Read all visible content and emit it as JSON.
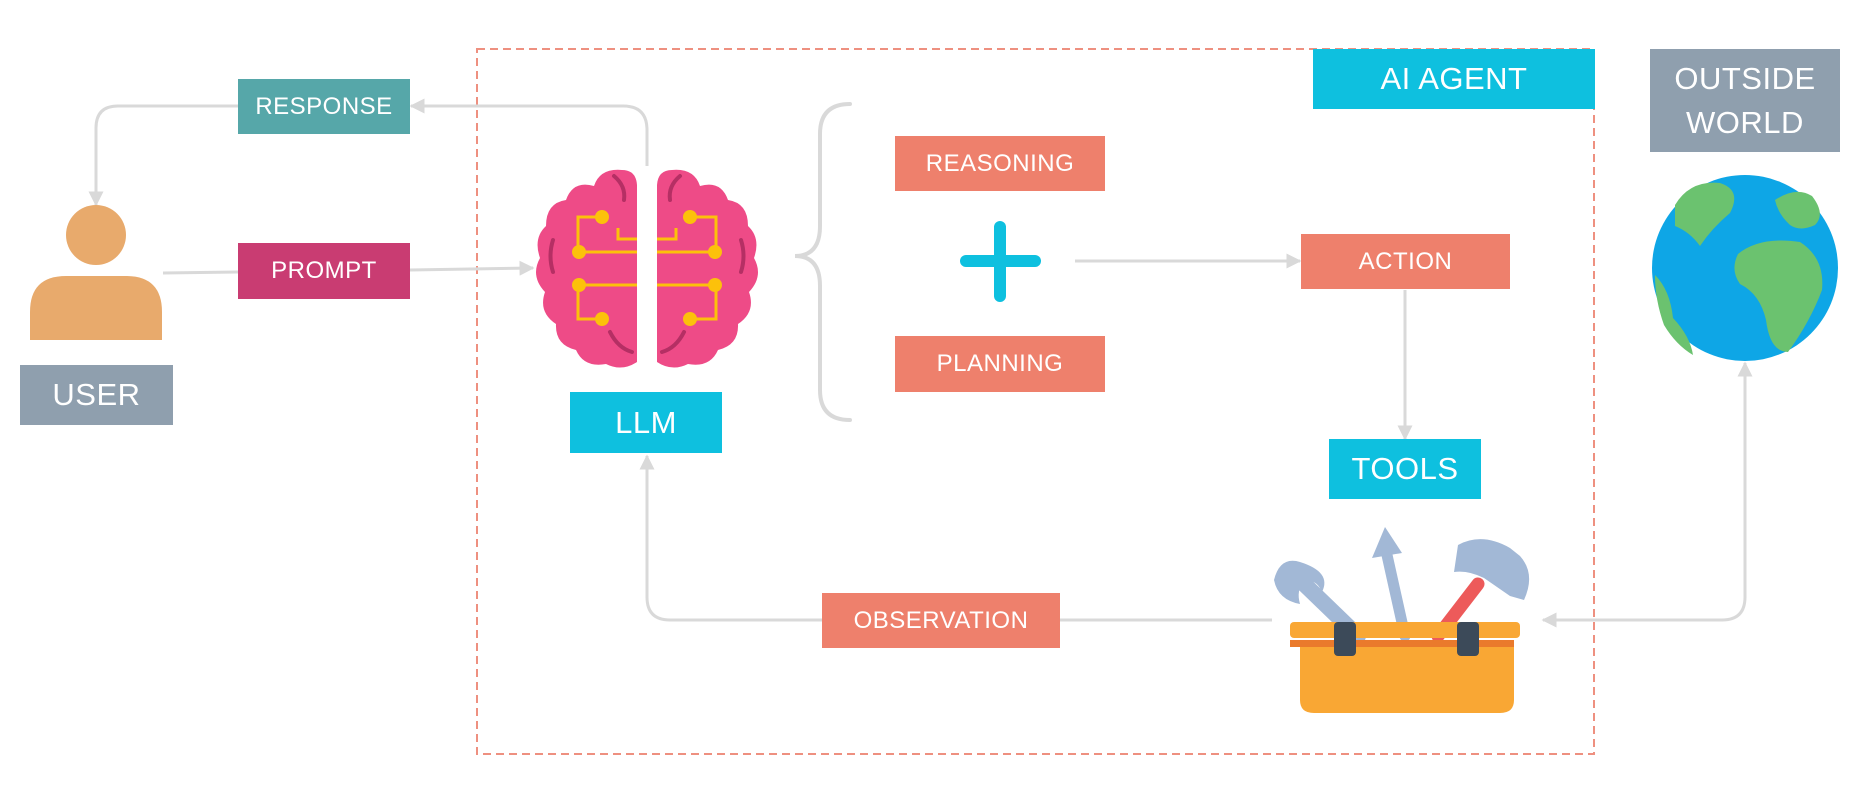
{
  "diagram": {
    "labels": {
      "ai_agent": "AI AGENT",
      "outside_world": "OUTSIDE WORLD",
      "response": "RESPONSE",
      "prompt": "PROMPT",
      "user": "USER",
      "llm": "LLM",
      "reasoning": "REASONING",
      "planning": "PLANNING",
      "action": "ACTION",
      "tools": "TOOLS",
      "observation": "OBSERVATION"
    },
    "colors": {
      "cyan": "#0EC0DF",
      "slate": "#8F9FAE",
      "teal": "#56A7A9",
      "magenta": "#C93C72",
      "salmon": "#EE806C",
      "dashed_border": "#EE9080",
      "connector": "#D9D9D9",
      "brain": "#EE4B87",
      "circuit": "#FCC10B",
      "user_icon": "#E8AA6C",
      "globe_ocean": "#0EA6E6",
      "globe_land": "#6BC26F",
      "toolbox": "#F9A734"
    },
    "icons": [
      "user-icon",
      "brain-icon",
      "plus-icon",
      "globe-icon",
      "toolbox-icon",
      "wrench-icon",
      "hammer-icon",
      "screwdriver-icon",
      "brace-icon"
    ]
  }
}
